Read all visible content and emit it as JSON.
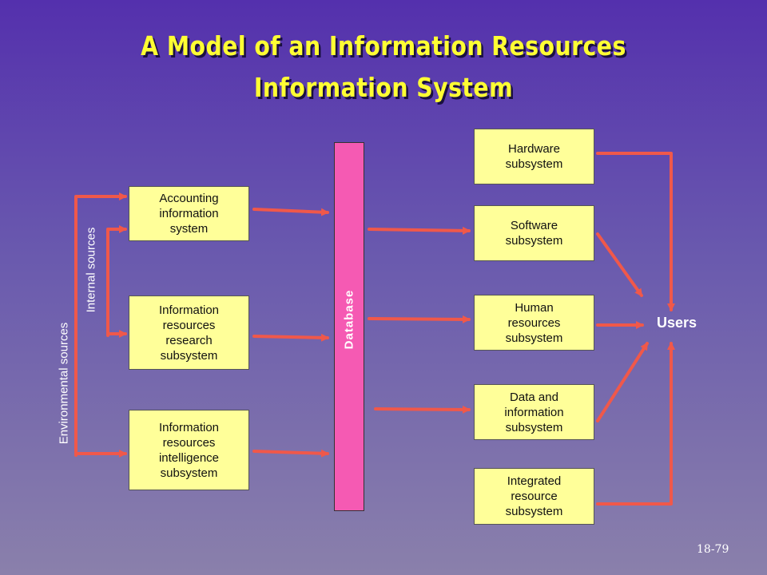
{
  "title": {
    "line1": "A Model of an Information Resources",
    "line2": "Information System"
  },
  "sources": {
    "environmental": "Environmental sources",
    "internal": "Internal sources"
  },
  "input_boxes": [
    {
      "lines": [
        "Accounting",
        "information",
        "system"
      ]
    },
    {
      "lines": [
        "Information",
        "resources",
        "research",
        "subsystem"
      ]
    },
    {
      "lines": [
        "Information",
        "resources",
        "intelligence",
        "subsystem"
      ]
    }
  ],
  "database": "Database",
  "output_boxes": [
    {
      "lines": [
        "Hardware",
        "subsystem"
      ]
    },
    {
      "lines": [
        "Software",
        "subsystem"
      ]
    },
    {
      "lines": [
        "Human",
        "resources",
        "subsystem"
      ]
    },
    {
      "lines": [
        "Data and",
        "information",
        "subsystem"
      ]
    },
    {
      "lines": [
        "Integrated",
        "resource",
        "subsystem"
      ]
    }
  ],
  "users": "Users",
  "page_number": "18-79",
  "colors": {
    "arrow": "#f0584a",
    "box_fill": "#ffff99",
    "database_fill": "#f55ab3",
    "title": "#ffff33"
  }
}
